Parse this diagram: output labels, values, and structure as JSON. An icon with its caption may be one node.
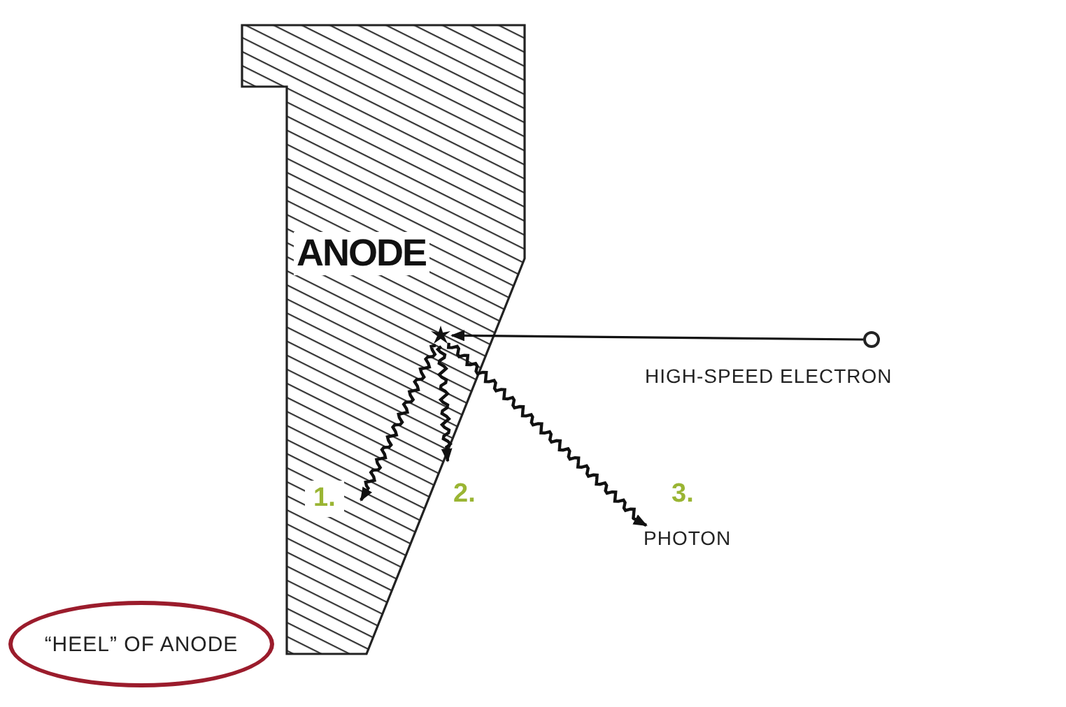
{
  "diagram": {
    "nodes": [
      {
        "text": [
          "ANODE"
        ]
      },
      {
        "text": [],
        "shape": "circle",
        "beside": [
          "HIGH-SPEED ELECTRON"
        ]
      },
      {
        "text": [],
        "shape": "star",
        "in": 0
      },
      {
        "text": [
          "PHOTON"
        ]
      },
      {
        "text": [
          "“HEEL” OF ANODE"
        ]
      }
    ],
    "edges": [
      {
        "from": 1,
        "to": 2,
        "arrow": "to"
      },
      {
        "from": 2,
        "to": null,
        "arrow": "to",
        "label": "1."
      },
      {
        "from": 2,
        "to": null,
        "arrow": "to",
        "label": "2."
      },
      {
        "from": 2,
        "to": 3,
        "arrow": "to",
        "label": "3."
      }
    ]
  }
}
